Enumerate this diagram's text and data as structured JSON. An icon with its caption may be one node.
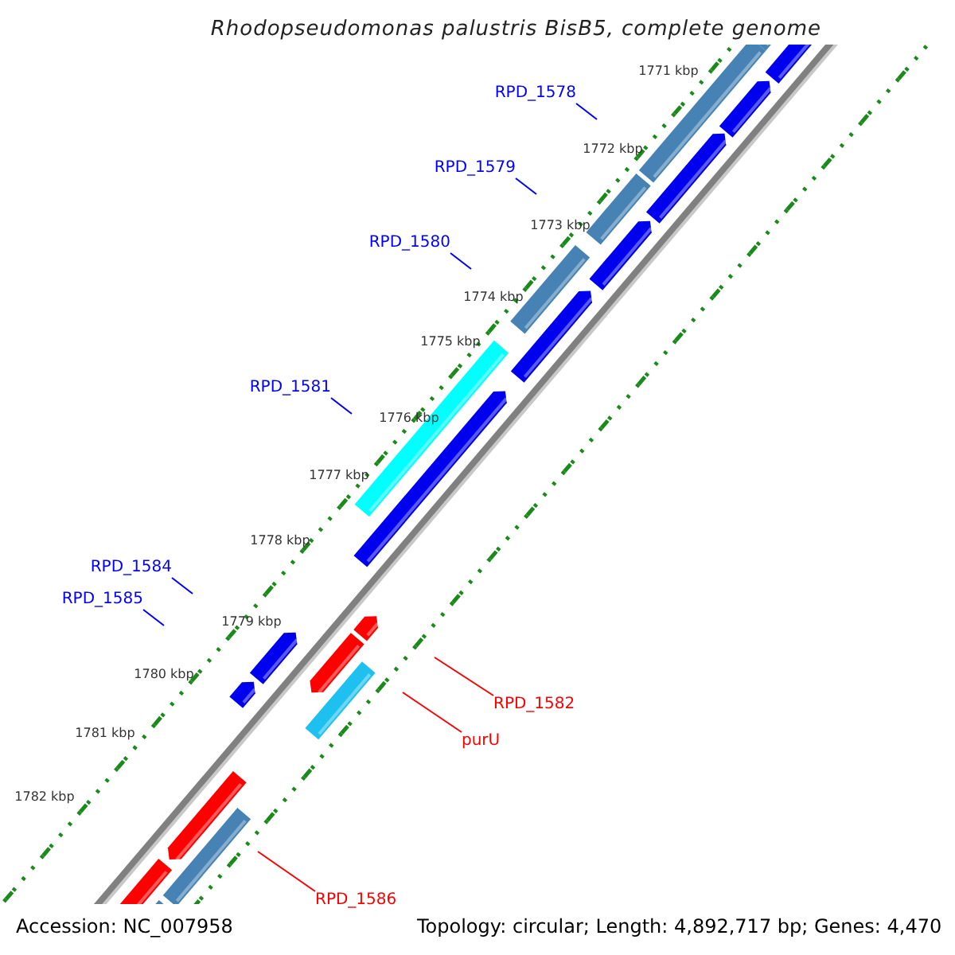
{
  "diagram": {
    "title": "Rhodopseudomonas palustris BisB5, complete genome",
    "nodes": [
      {
        "text": [
          "RPD_1578"
        ]
      },
      {
        "text": [
          "RPD_1579"
        ]
      },
      {
        "text": [
          "RPD_1580"
        ]
      },
      {
        "text": [
          "RPD_1581"
        ]
      },
      {
        "text": [
          "RPD_1584"
        ]
      },
      {
        "text": [
          "RPD_1585"
        ]
      },
      {
        "text": [
          "RPD_1582"
        ]
      },
      {
        "text": [
          "purU"
        ]
      },
      {
        "text": [
          "RPD_1586"
        ]
      }
    ],
    "edges": [
      {
        "from": 0,
        "to": null,
        "arrow": "none"
      },
      {
        "from": 1,
        "to": null,
        "arrow": "none"
      },
      {
        "from": 2,
        "to": null,
        "arrow": "none"
      },
      {
        "from": 3,
        "to": null,
        "arrow": "none"
      },
      {
        "from": 4,
        "to": null,
        "arrow": "none"
      },
      {
        "from": 5,
        "to": null,
        "arrow": "none"
      },
      {
        "from": 6,
        "to": null,
        "arrow": "none",
        "color": "#ff0000"
      },
      {
        "from": 7,
        "to": null,
        "arrow": "none",
        "color": "#ff0000"
      },
      {
        "from": 8,
        "to": null,
        "arrow": "none",
        "color": "#ff0000"
      }
    ],
    "labels": [
      "1771 kbp",
      "1772 kbp",
      "1773 kbp",
      "1774 kbp",
      "1775 kbp",
      "1776 kbp",
      "1777 kbp",
      "1778 kbp",
      "1779 kbp",
      "1780 kbp",
      "1781 kbp",
      "1782 kbp",
      "Accession: NC_007958",
      "Topology: circular; Length: 4,892,717 bp; Genes: 4,470"
    ]
  }
}
